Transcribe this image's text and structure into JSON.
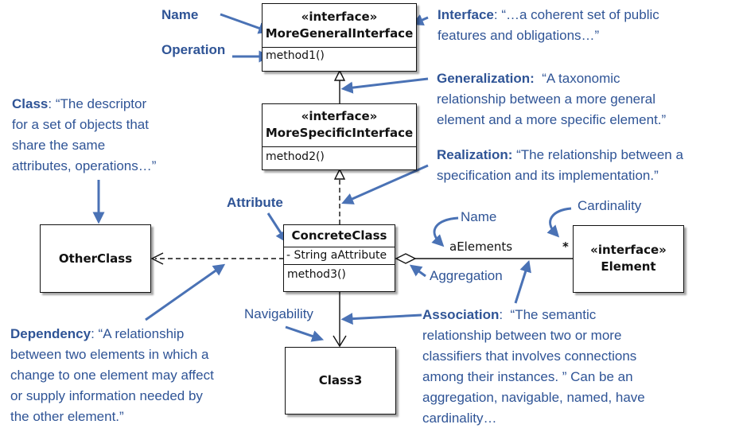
{
  "classes": {
    "more_general": {
      "stereotype": "«interface»",
      "name": "MoreGeneralInterface",
      "operation": "method1()"
    },
    "more_specific": {
      "stereotype": "«interface»",
      "name": "MoreSpecificInterface",
      "operation": "method2()"
    },
    "concrete": {
      "name": "ConcreteClass",
      "attribute": "- String aAttribute",
      "operation": "method3()"
    },
    "other": {
      "name": "OtherClass"
    },
    "element": {
      "stereotype": "«interface»",
      "name": "Element"
    },
    "class3": {
      "name": "Class3"
    }
  },
  "association": {
    "role_name": "aElements",
    "multiplicity": "*"
  },
  "labels": {
    "name_top": "Name",
    "operation": "Operation",
    "attribute": "Attribute",
    "name_assoc": "Name",
    "cardinality": "Cardinality",
    "aggregation": "Aggregation",
    "navigability": "Navigability"
  },
  "notes": {
    "interface": {
      "term": "Interface",
      "lines": [
        ": “…a coherent set of public",
        "features and obligations…”"
      ]
    },
    "generalization": {
      "term": "Generalization:",
      "lines": [
        "  “A taxonomic",
        "relationship between a more general",
        "element and a more specific element.”"
      ]
    },
    "realization": {
      "term": "Realization:",
      "lines": [
        " “The relationship between a",
        "specification and its implementation.”"
      ]
    },
    "class": {
      "term": "Class",
      "lines": [
        ": “The descriptor",
        "for a set of objects that",
        "share the same",
        "attributes, operations…”"
      ]
    },
    "dependency": {
      "term": "Dependency",
      "lines": [
        ": “A relationship",
        "between two elements in which a",
        "change to one element may affect",
        "or supply information needed by",
        "the other element.”"
      ]
    },
    "association": {
      "term": "Association",
      "lines": [
        ":  “The semantic",
        "relationship between two or more",
        "classifiers that involves connections",
        "among their instances. ” Can be an",
        "aggregation, navigable, named, have",
        "cardinality…"
      ]
    }
  },
  "colors": {
    "annotation": "#2f5496",
    "arrow": "#4a72b5",
    "line": "#111111"
  }
}
